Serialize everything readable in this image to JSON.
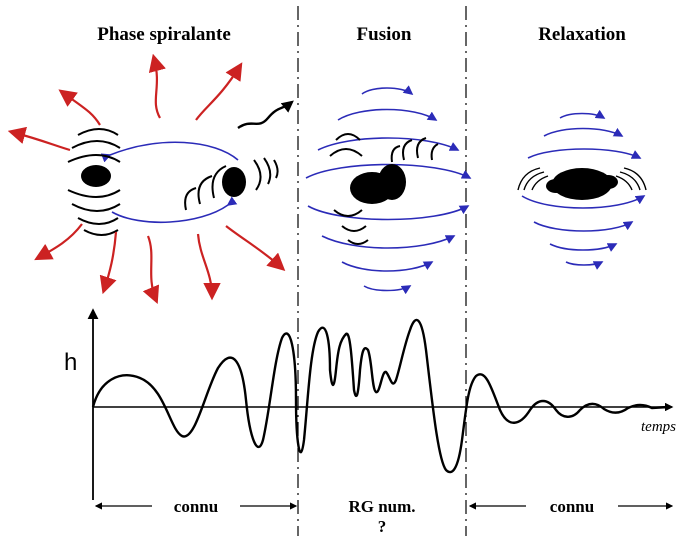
{
  "phases": {
    "inspiral": "Phase spiralante",
    "merger": "Fusion",
    "ringdown": "Relaxation"
  },
  "axes": {
    "y_label": "h",
    "x_label": "temps"
  },
  "segments": {
    "left": "connu",
    "middle": "RG num.",
    "middle_note": "?",
    "right": "connu"
  },
  "colors": {
    "orbit": "#2b2bb8",
    "radiation": "#cc2222",
    "ink": "#000000"
  }
}
